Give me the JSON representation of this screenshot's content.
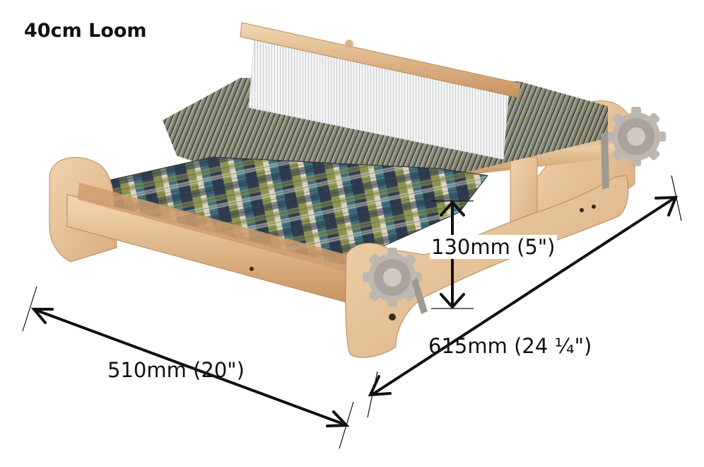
{
  "title": "40cm Loom",
  "dimensions": {
    "width": "510mm (20\")",
    "depth": "615mm (24 ¼\")",
    "height": "130mm (5\")"
  },
  "colors": {
    "wood": "#e8c49c",
    "wood_dark": "#c9976a",
    "knob": "#b9b3ab",
    "heddle": "#f1f2f2",
    "arrow": "#111111",
    "fabric_navy": "#2f3c4f",
    "fabric_olive": "#8d9350",
    "fabric_brown": "#6e6258",
    "fabric_cream": "#d9d4c2",
    "fabric_teal": "#3f6f7c"
  },
  "icons": {
    "arrow": "double-headed-dimension-arrow",
    "ratchet_knob": "ratchet-gear-knob"
  }
}
